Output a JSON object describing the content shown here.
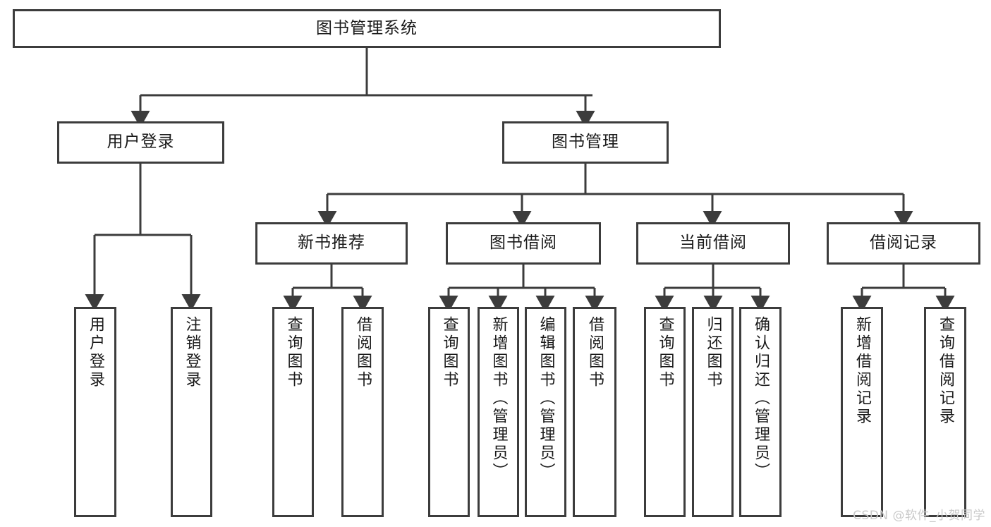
{
  "diagram": {
    "title": "图书管理系统",
    "type": "tree-hierarchy-chart",
    "line_color": "#3c3c3c",
    "box_fill": "#ffffff",
    "text_color": "#1a1a1a",
    "watermark": "CSDN @软件_小贺同学"
  },
  "nodes": {
    "root": {
      "label": "图书管理系统"
    },
    "level2": [
      {
        "label": "用户登录"
      },
      {
        "label": "图书管理"
      }
    ],
    "level3": [
      {
        "label": "新书推荐"
      },
      {
        "label": "图书借阅"
      },
      {
        "label": "当前借阅"
      },
      {
        "label": "借阅记录"
      }
    ],
    "leaves": {
      "user_login": [
        {
          "label": "用户登录"
        },
        {
          "label": "注销登录"
        }
      ],
      "new_book_recommend": [
        {
          "label": "查询图书"
        },
        {
          "label": "借阅图书"
        }
      ],
      "book_borrow": [
        {
          "label": "查询图书"
        },
        {
          "label": "新增图书（管理员）"
        },
        {
          "label": "编辑图书（管理员）"
        },
        {
          "label": "借阅图书"
        }
      ],
      "current_borrow": [
        {
          "label": "查询图书"
        },
        {
          "label": "归还图书"
        },
        {
          "label": "确认归还（管理员）"
        }
      ],
      "borrow_record": [
        {
          "label": "新增借阅记录"
        },
        {
          "label": "查询借阅记录"
        }
      ]
    }
  }
}
